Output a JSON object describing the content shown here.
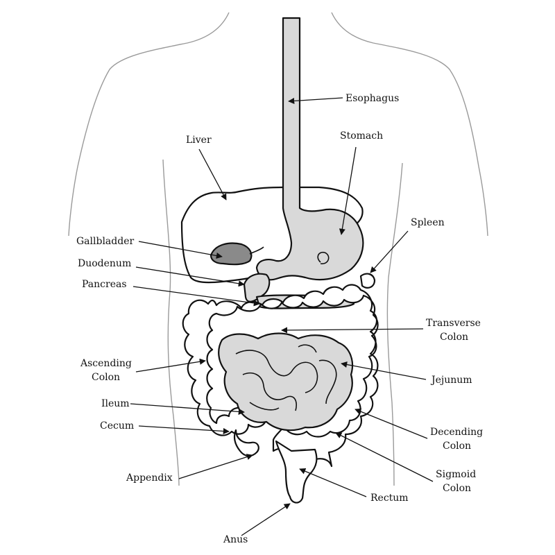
{
  "labels": {
    "esophagus": "Esophagus",
    "stomach": "Stomach",
    "liver": "Liver",
    "spleen": "Spleen",
    "gallbladder": "Gallbladder",
    "duodenum": "Duodenum",
    "pancreas": "Pancreas",
    "transverse_colon_1": "Transverse",
    "transverse_colon_2": "Colon",
    "ascending_colon_1": "Ascending",
    "ascending_colon_2": "Colon",
    "jejunum": "Jejunum",
    "ileum": "Ileum",
    "cecum": "Cecum",
    "descending_colon_1": "Decending",
    "descending_colon_2": "Colon",
    "appendix": "Appendix",
    "sigmoid_colon_1": "Sigmoid",
    "sigmoid_colon_2": "Colon",
    "rectum": "Rectum",
    "anus": "Anus"
  },
  "colors": {
    "organ_fill": "#d9d9d9",
    "organ_dark": "#8a8a8a",
    "colon_fill": "#ffffff",
    "outline": "#111111",
    "body_outline": "#9a9a9a"
  }
}
